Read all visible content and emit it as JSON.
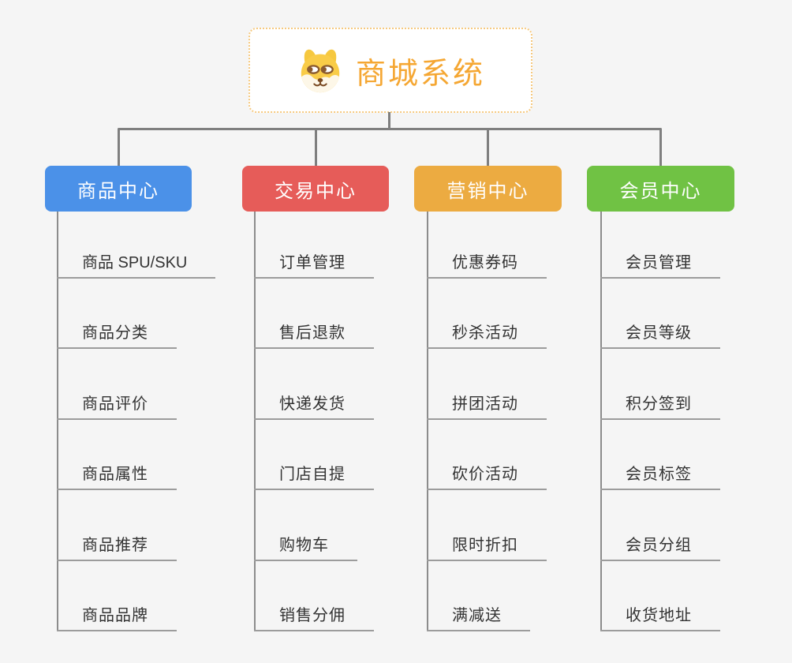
{
  "root": {
    "title": "商城系统",
    "title_color": "#F5A733",
    "icon": "dog-face-icon"
  },
  "branches": [
    {
      "id": "product-center",
      "label": "商品中心",
      "color": "#4B91E8",
      "items": [
        "商品 SPU/SKU",
        "商品分类",
        "商品评价",
        "商品属性",
        "商品推荐",
        "商品品牌"
      ]
    },
    {
      "id": "trade-center",
      "label": "交易中心",
      "color": "#E65C59",
      "items": [
        "订单管理",
        "售后退款",
        "快递发货",
        "门店自提",
        "购物车",
        "销售分佣"
      ]
    },
    {
      "id": "marketing-center",
      "label": "营销中心",
      "color": "#ECAB41",
      "items": [
        "优惠券码",
        "秒杀活动",
        "拼团活动",
        "砍价活动",
        "限时折扣",
        "满减送"
      ]
    },
    {
      "id": "member-center",
      "label": "会员中心",
      "color": "#70C244",
      "items": [
        "会员管理",
        "会员等级",
        "积分签到",
        "会员标签",
        "会员分组",
        "收货地址"
      ]
    }
  ],
  "style": {
    "background": "#F5F5F5",
    "connector_color": "#7F7F7F",
    "leaf_line_color": "#9C9C9C",
    "leaf_text_color": "#333333",
    "root_border_color": "#F6C97F"
  }
}
